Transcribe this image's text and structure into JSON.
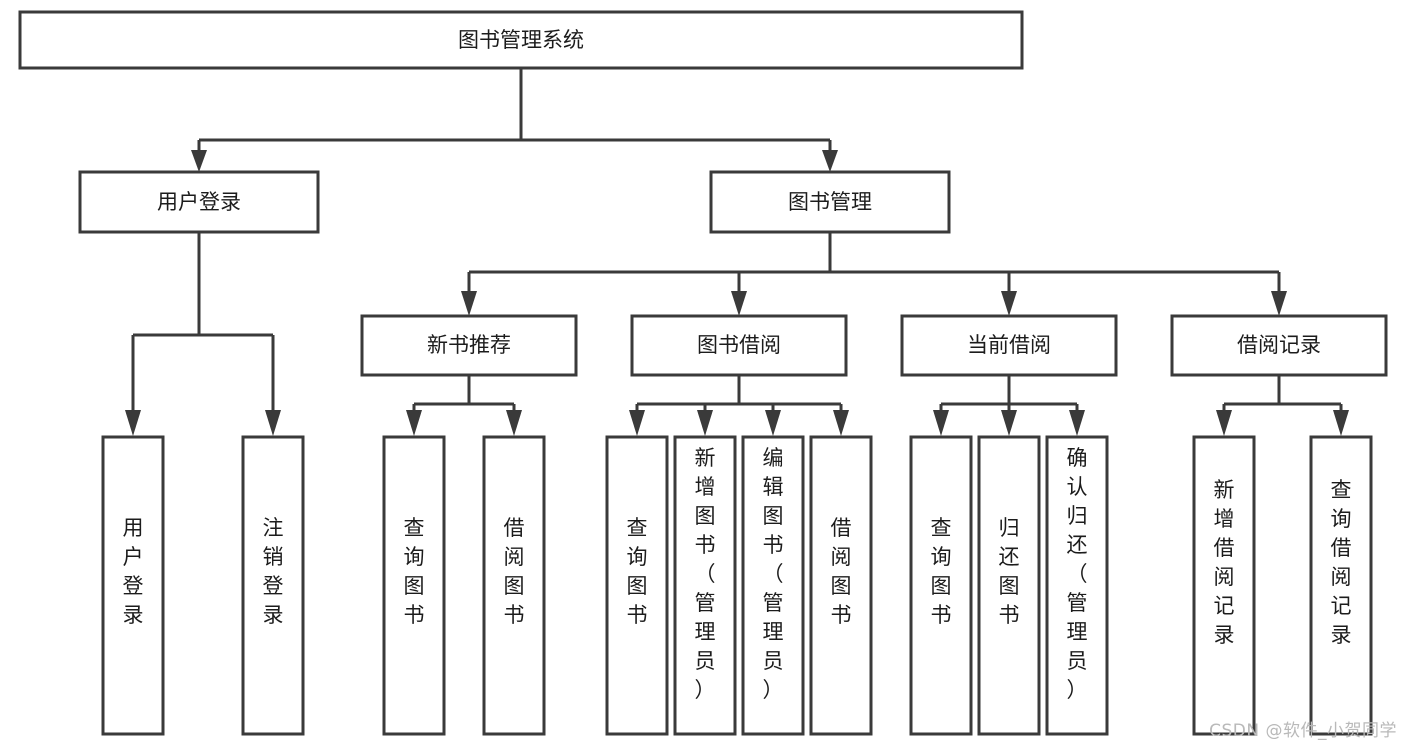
{
  "diagram": {
    "type": "tree-hierarchy-flowchart",
    "title": "图书管理系统",
    "watermark": "CSDN @软件_小贺同学",
    "levels": 4,
    "orientation": "top-down",
    "node_style": {
      "fill": "#ffffff",
      "border": "#3a3a3a",
      "text": "#1c1c1c",
      "connector": "#3a3a3a"
    },
    "nodes": {
      "root": {
        "label": "图书管理系统",
        "level": 1
      },
      "l2": [
        {
          "id": "user-login",
          "label": "用户登录",
          "level": 2
        },
        {
          "id": "book-manage",
          "label": "图书管理",
          "level": 2
        }
      ],
      "l3": [
        {
          "id": "new-book-recommend",
          "label": "新书推荐",
          "level": 3,
          "parent": "book-manage"
        },
        {
          "id": "book-borrow",
          "label": "图书借阅",
          "level": 3,
          "parent": "book-manage"
        },
        {
          "id": "current-borrow",
          "label": "当前借阅",
          "level": 3,
          "parent": "book-manage"
        },
        {
          "id": "borrow-record",
          "label": "借阅记录",
          "level": 3,
          "parent": "book-manage"
        }
      ],
      "leaves": [
        {
          "id": "leaf-user-login",
          "label": "用户登录",
          "parent": "user-login"
        },
        {
          "id": "leaf-logout-login",
          "label": "注销登录",
          "parent": "user-login"
        },
        {
          "id": "leaf-query-book-1",
          "label": "查询图书",
          "parent": "new-book-recommend"
        },
        {
          "id": "leaf-borrow-book-1",
          "label": "借阅图书",
          "parent": "new-book-recommend"
        },
        {
          "id": "leaf-query-book-2",
          "label": "查询图书",
          "parent": "book-borrow"
        },
        {
          "id": "leaf-add-book",
          "label": "新增图书（管理员）",
          "parent": "book-borrow"
        },
        {
          "id": "leaf-edit-book",
          "label": "编辑图书（管理员）",
          "parent": "book-borrow"
        },
        {
          "id": "leaf-borrow-book-2",
          "label": "借阅图书",
          "parent": "book-borrow"
        },
        {
          "id": "leaf-query-book-3",
          "label": "查询图书",
          "parent": "current-borrow"
        },
        {
          "id": "leaf-return-book",
          "label": "归还图书",
          "parent": "current-borrow"
        },
        {
          "id": "leaf-confirm-return",
          "label": "确认归还（管理员）",
          "parent": "current-borrow"
        },
        {
          "id": "leaf-add-record",
          "label": "新增借阅记录",
          "parent": "borrow-record"
        },
        {
          "id": "leaf-query-record",
          "label": "查询借阅记录",
          "parent": "borrow-record"
        }
      ]
    }
  }
}
